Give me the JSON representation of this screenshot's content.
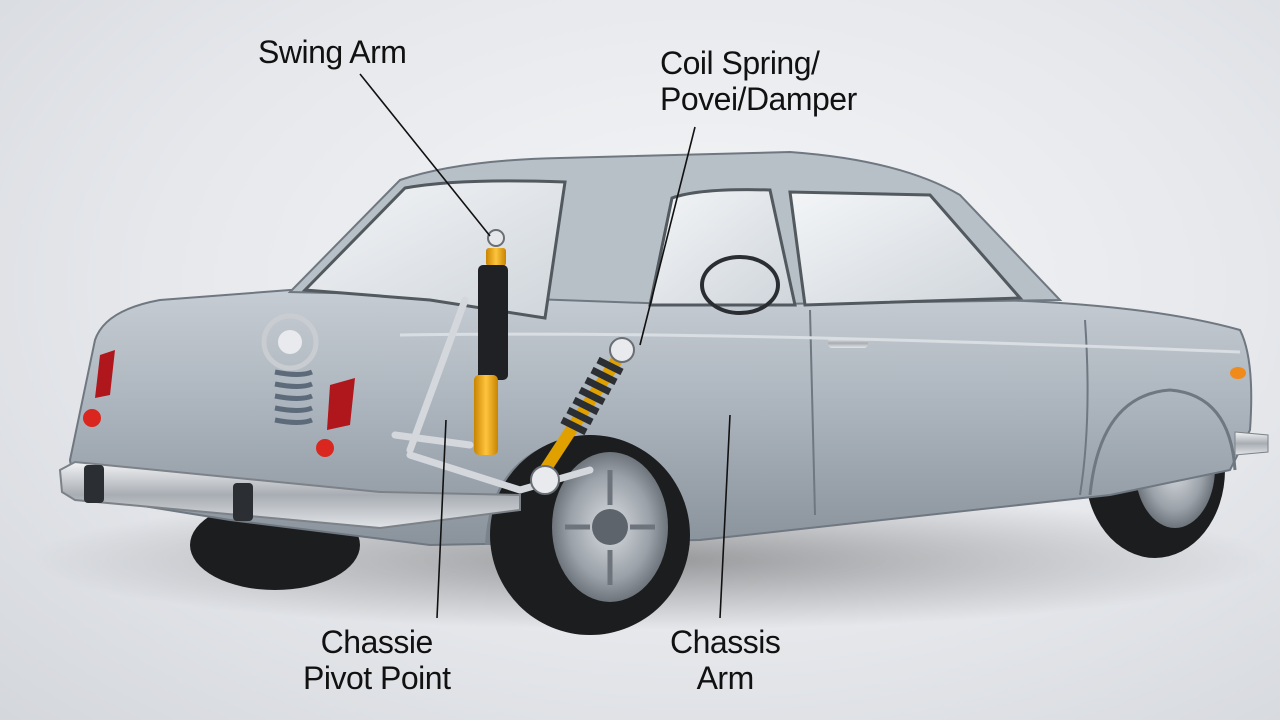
{
  "labels": {
    "swing_arm": "Swing Arm",
    "coil_spring_line1": "Coil Spring/",
    "coil_spring_line2": "Povei/Damper",
    "chassis_pivot_line1": "Chassie",
    "chassis_pivot_line2": "Pivot Point",
    "chassis_arm_line1": "Chassis",
    "chassis_arm_line2": "Arm"
  },
  "colors": {
    "body_paint": "#a9b2bb",
    "damper_accent": "#f0a818",
    "spring": "#3a3d42",
    "leader_line": "#111111"
  }
}
